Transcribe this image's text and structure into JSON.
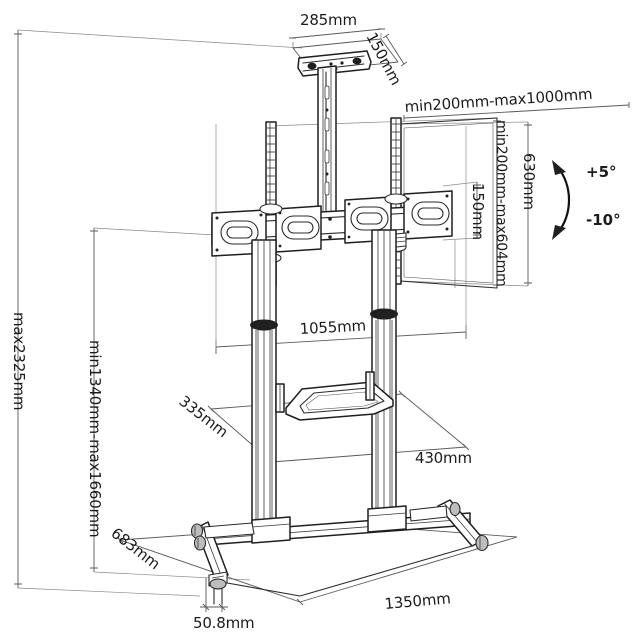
{
  "drawing": {
    "title": "Mobile TV Cart Dimension Drawing",
    "type": "technical-line-drawing",
    "background_color": "#ffffff",
    "line_color": "#1f1f1f",
    "dimension_line_color": "#5a5a5a",
    "text_color": "#1c1c1c"
  },
  "dimensions": {
    "top_plate_width": "285mm",
    "top_plate_depth": "150mm",
    "tv_horizontal_range": "min200mm-max1000mm",
    "tv_vertical_range": "min200mm-max604mm",
    "tv_panel_height": "630mm",
    "bracket_arm_height": "150mm",
    "column_spread": "1055mm",
    "shelf_depth": "335mm",
    "shelf_width": "430mm",
    "total_max_height": "max2325mm",
    "tv_center_height_range": "min1340mm-max1660mm",
    "base_depth": "683mm",
    "caster_diameter": "50.8mm",
    "base_width": "1350mm"
  },
  "tilt": {
    "up_label": "+5°",
    "down_label": "-10°",
    "arc_name": "tilt-range-arc"
  },
  "labels": [
    {
      "id": "top-plate-width",
      "text": "285mm",
      "rotation": 0
    },
    {
      "id": "top-plate-depth",
      "text": "150mm",
      "rotation": 62
    },
    {
      "id": "tv-horizontal-range",
      "text": "min200mm-max1000mm",
      "rotation": -4
    },
    {
      "id": "tv-vertical-range",
      "text": "min200mm-max604mm",
      "rotation": 90
    },
    {
      "id": "tv-panel-height",
      "text": "630mm",
      "rotation": 90
    },
    {
      "id": "bracket-arm-height",
      "text": "150mm",
      "rotation": 90
    },
    {
      "id": "tilt-up",
      "text": "+5°",
      "rotation": 0
    },
    {
      "id": "tilt-down",
      "text": "-10°",
      "rotation": 0
    },
    {
      "id": "column-spread",
      "text": "1055mm",
      "rotation": -3
    },
    {
      "id": "shelf-depth",
      "text": "335mm",
      "rotation": 38
    },
    {
      "id": "shelf-width",
      "text": "430mm",
      "rotation": 0
    },
    {
      "id": "total-max-height",
      "text": "max2325mm",
      "rotation": 90
    },
    {
      "id": "tv-center-height",
      "text": "min1340mm-max1660mm",
      "rotation": 90
    },
    {
      "id": "base-depth",
      "text": "683mm",
      "rotation": 38
    },
    {
      "id": "caster-diameter",
      "text": "50.8mm",
      "rotation": 0
    },
    {
      "id": "base-width",
      "text": "1350mm",
      "rotation": -5
    }
  ]
}
